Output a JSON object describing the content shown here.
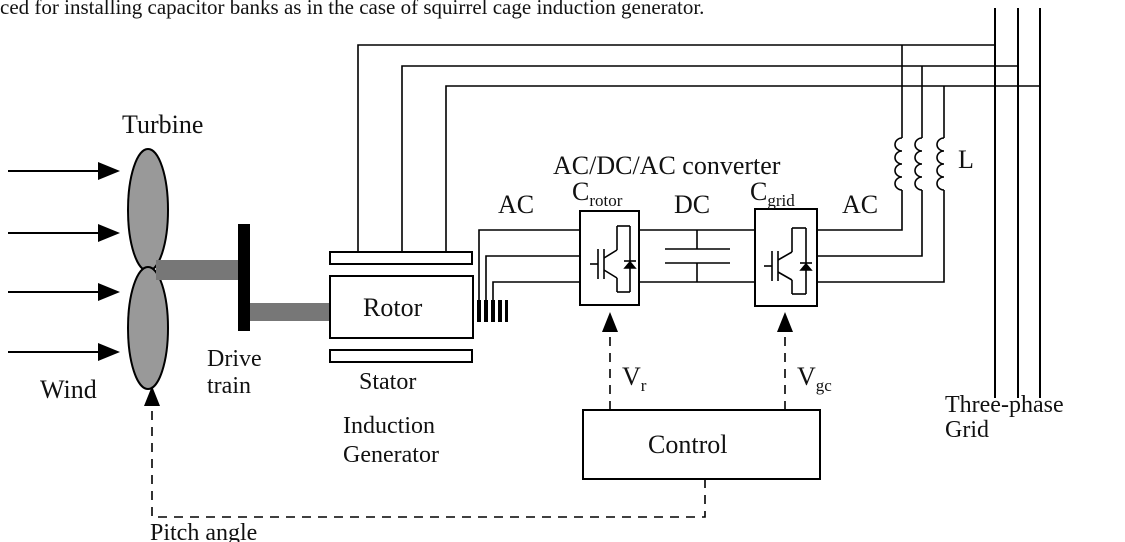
{
  "caption_text": "ced for installing capacitor banks as in the case of squirrel cage induction generator.",
  "labels": {
    "turbine": "Turbine",
    "wind": "Wind",
    "drive_line1": "Drive",
    "drive_line2": "train",
    "rotor": "Rotor",
    "stator": "Stator",
    "gen_line1": "Induction",
    "gen_line2": "Generator",
    "converter": "AC/DC/AC converter",
    "ac_left": "AC",
    "ac_right": "AC",
    "dc": "DC",
    "c_rotor_main": "C",
    "c_rotor_sub": "rotor",
    "c_grid_main": "C",
    "c_grid_sub": "grid",
    "vr_main": "V",
    "vr_sub": "r",
    "vgc_main": "V",
    "vgc_sub": "gc",
    "inductor": "L",
    "control": "Control",
    "grid_line1": "Three-phase",
    "grid_line2": "Grid",
    "pitch": "Pitch angle"
  }
}
